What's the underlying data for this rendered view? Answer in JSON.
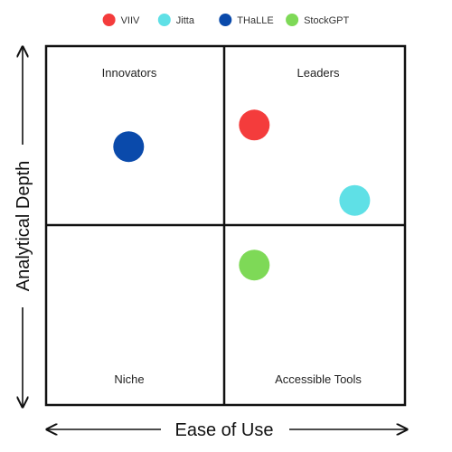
{
  "chart_data": {
    "type": "scatter",
    "title": "",
    "xlabel": "Ease of Use",
    "ylabel": "Analytical Depth",
    "xlim": [
      0,
      10
    ],
    "ylim": [
      0,
      10
    ],
    "grid": false,
    "legend_position": "top",
    "quadrants": {
      "top_left": "Innovators",
      "top_right": "Leaders",
      "bottom_left": "Niche",
      "bottom_right": "Accessible Tools"
    },
    "series": [
      {
        "name": "VIIV",
        "color": "#f43c3c",
        "x": 5.8,
        "y": 7.8
      },
      {
        "name": "Jitta",
        "color": "#5fe0e6",
        "x": 8.6,
        "y": 5.7
      },
      {
        "name": "THaLLE",
        "color": "#0a4aab",
        "x": 2.3,
        "y": 7.2
      },
      {
        "name": "StockGPT",
        "color": "#7ed957",
        "x": 5.8,
        "y": 3.9
      }
    ]
  }
}
